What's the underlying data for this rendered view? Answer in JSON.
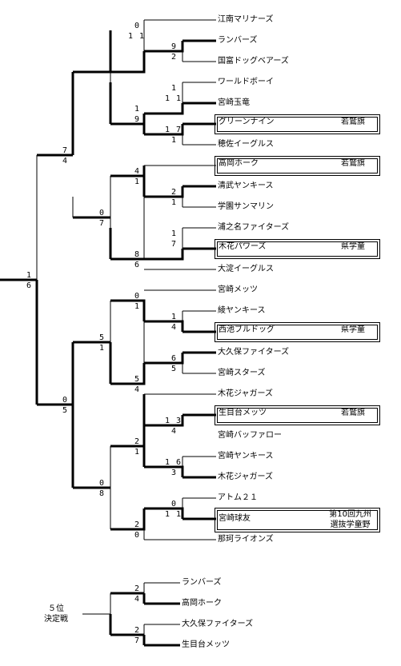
{
  "teams": {
    "t1": "江南マリナーズ",
    "t2": "ランバーズ",
    "t3": "国富ドッグベアーズ",
    "t4": "ワールドボーイ",
    "t5": "宮崎玉竜",
    "t6": "グリーンナイン",
    "t7": "穂佐イーグルス",
    "t8": "高岡ホーク",
    "t9": "清武ヤンキース",
    "t10": "学園サンマリン",
    "t11": "浦之名ファイターズ",
    "t12": "木花パワーズ",
    "t13": "大淀イーグルス",
    "t14": "宮崎メッツ",
    "t15": "綾ヤンキース",
    "t16": "西池ブルドッグ",
    "t17": "大久保ファイターズ",
    "t18": "宮崎スターズ",
    "t19": "木花ジャガーズ",
    "t20": "生目台メッツ",
    "t21": "宮崎バッファロー",
    "t22": "宮崎ヤンキース",
    "t23": "木花ジャガーズ",
    "t24": "アトム２１",
    "t25": "宮崎球友",
    "t26": "那珂ライオンズ"
  },
  "awards": {
    "a6": "若鷲旗",
    "a8": "若鷲旗",
    "a12": "県学童",
    "a16": "県学童",
    "a20": "若鷲旗",
    "a25_line1": "第10回九州",
    "a25_line2": "選抜学童野"
  },
  "scores": {
    "r1_t1": "0",
    "r1_b1": "1 1",
    "r1_t2": "9",
    "r1_b2": "2",
    "r1_t3": "1",
    "r1_b3": "1 1",
    "r1_t4": "1 7",
    "r1_b4": "1",
    "r2_t1": "1",
    "r2_b1": "9",
    "r2_t2": "4",
    "r2_b2": "1",
    "r1_t5": "2",
    "r1_b5": "1",
    "r1_t6": "1",
    "r1_b6": "7",
    "r2_t3": "8",
    "r2_b3": "6",
    "r3_t1": "7",
    "r3_b1": "4",
    "r3_t2": "0",
    "r3_b2": "7",
    "r2_t4": "0",
    "r2_b4": "1",
    "r1_t7": "1",
    "r1_b7": "4",
    "r1_t8": "6",
    "r1_b8": "5",
    "r2_t5": "5",
    "r2_b5": "4",
    "r3_t3": "5",
    "r3_b3": "1",
    "r2_t6": "1 3",
    "r2_b6": "4",
    "r1_t9": "1 6",
    "r1_b9": "3",
    "r2_t7": "2",
    "r2_b7": "1",
    "r1_t10": "0",
    "r1_b10": "1 1",
    "r2_t8": "2",
    "r2_b8": "0",
    "r3_t4": "0",
    "r3_b4": "8",
    "r4_t1": "0",
    "r4_b1": "5",
    "final_t": "1",
    "final_b": "6"
  },
  "consolation": {
    "title_line1": "５位",
    "title_line2": "決定戦",
    "teams": [
      "ランバーズ",
      "高岡ホーク",
      "大久保ファイターズ",
      "生目台メッツ"
    ],
    "scores": {
      "g1_t": "2",
      "g1_b": "4",
      "g2_t": "2",
      "g2_b": "7"
    }
  }
}
